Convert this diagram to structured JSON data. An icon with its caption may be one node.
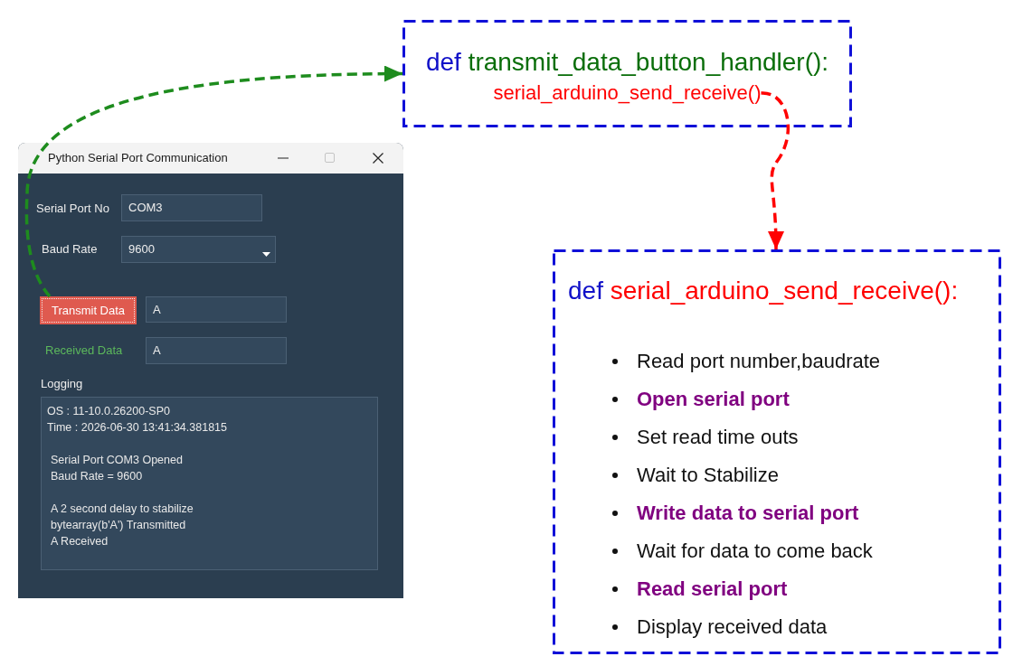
{
  "diagram": {
    "nodes": [
      {
        "text": [
          "def transmit_data_button_handler():"
        ]
      },
      {
        "text": [
          "serial_arduino_send_receive()"
        ],
        "in": 0
      },
      {
        "text": [
          "Python Serial Port Communication"
        ]
      },
      {
        "text": [
          "COM3"
        ],
        "in": 2,
        "beside": [
          "Serial Port No"
        ]
      },
      {
        "text": [
          "9600"
        ],
        "in": 2,
        "beside": [
          "Baud Rate"
        ]
      },
      {
        "text": [
          "Transmit Data"
        ],
        "in": 2
      },
      {
        "text": [
          "A"
        ],
        "in": 2
      },
      {
        "text": [
          "A"
        ],
        "in": 2,
        "beside": [
          "Received Data"
        ]
      },
      {
        "text": [
          "Logging",
          "OS : 11-10.0.26200-SP0",
          "Time : 2026-06-30 13:41:34.381815",
          "Serial Port COM3 Opened",
          "Baud Rate = 9600",
          "A 2 second delay to stabilize",
          "bytearray(b'A') Transmitted",
          "A Received"
        ],
        "in": 2
      },
      {
        "text": [
          "def serial_arduino_send_receive():",
          "Read port number,baudrate",
          "Open serial port",
          "Set read time outs",
          "Wait to Stabilize",
          "Write data to serial port",
          "Wait for data to come back",
          "Read serial port",
          "Display received data"
        ]
      }
    ],
    "edges": [
      {
        "from": 5,
        "to": 0,
        "arrow": "to",
        "style": "dashed",
        "color": "#1e8c1e"
      },
      {
        "from": 1,
        "to": 9,
        "arrow": "to",
        "style": "dashed",
        "color": "#ff0000"
      }
    ]
  }
}
